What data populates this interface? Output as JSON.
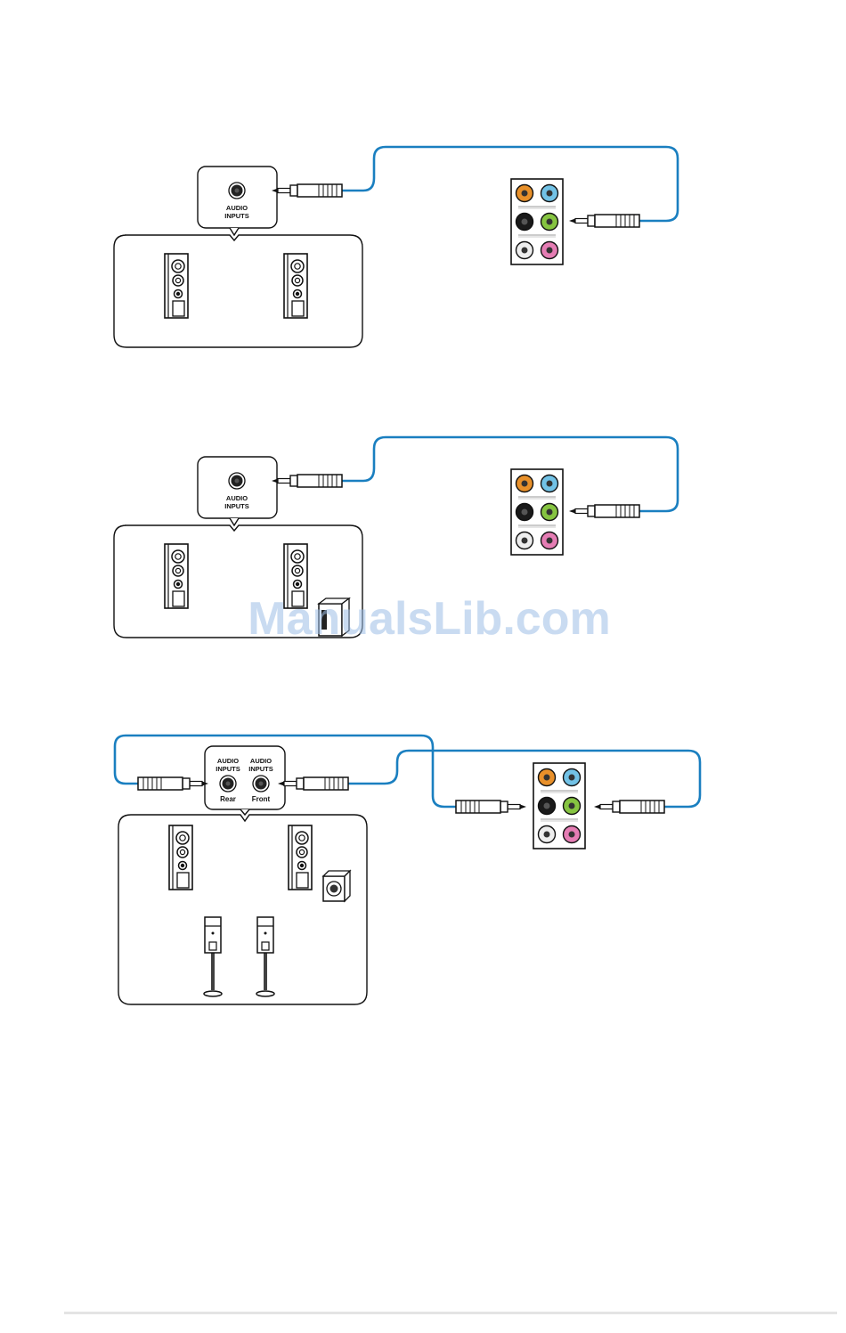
{
  "colors": {
    "cable": "#1a7fc0",
    "jack_orange": "#e8902a",
    "jack_blue": "#72c2e6",
    "jack_black": "#1a1a1a",
    "jack_green": "#86c441",
    "jack_gray": "#eeeeee",
    "jack_pink": "#e57db4",
    "watermark": "#9dbde6"
  },
  "icons": {
    "speaker": "floor-speaker-icon",
    "subwoofer": "subwoofer-icon",
    "satellite": "satellite-speaker-icon",
    "plug": "audio-plug-icon",
    "jack": "audio-jack-icon",
    "panel": "io-panel-icon"
  },
  "diagram1": {
    "input_label_line1": "AUDIO",
    "input_label_line2": "INPUTS"
  },
  "diagram2": {
    "input_label_line1": "AUDIO",
    "input_label_line2": "INPUTS"
  },
  "diagram3": {
    "rear_label_line1": "AUDIO",
    "rear_label_line2": "INPUTS",
    "rear_caption": "Rear",
    "front_label_line1": "AUDIO",
    "front_label_line2": "INPUTS",
    "front_caption": "Front"
  },
  "watermark": "ManualsLib.com"
}
